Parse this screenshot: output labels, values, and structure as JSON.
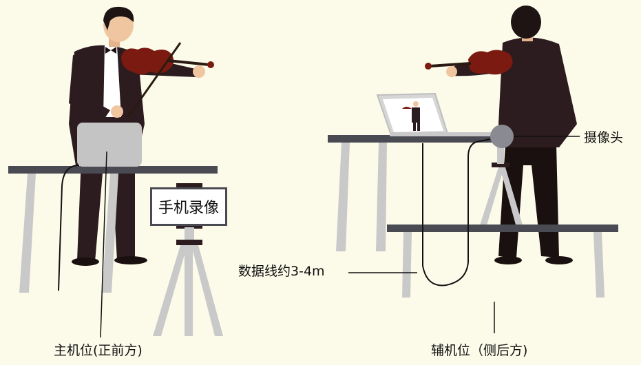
{
  "labels": {
    "main_position": "主机位(正前方)",
    "aux_position": "辅机位（侧后方)",
    "camera": "摄像头",
    "cable": "数据线约3-4m",
    "phone_recording": "手机录像"
  },
  "colors": {
    "background": "#fcfbea",
    "suit": "#2c1c1f",
    "skin": "#f0c6a0",
    "hair": "#1d1413",
    "violin": "#7a1a10",
    "table_top": "#4a4a52",
    "table_leg": "#c9c9c9",
    "laptop": "#d6d6d6",
    "tripod": "#c9c9c9",
    "camera": "#8a8a92"
  }
}
